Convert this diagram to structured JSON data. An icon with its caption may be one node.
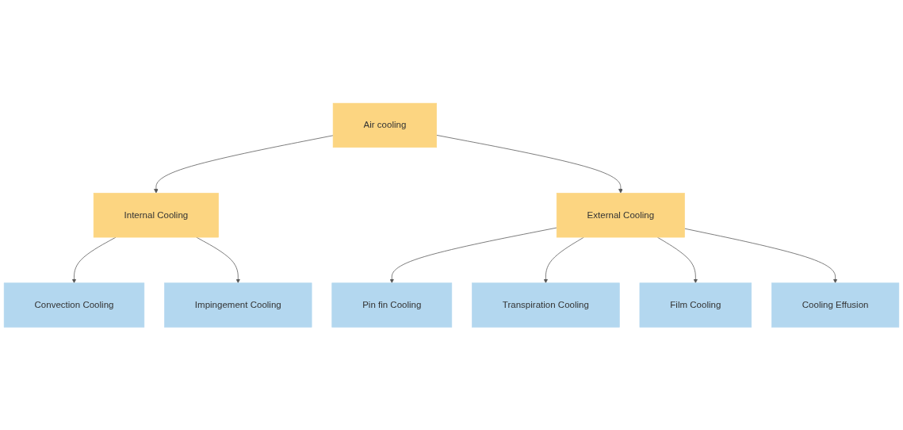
{
  "diagram": {
    "nodes": [
      {
        "text": [
          "Air cooling"
        ]
      },
      {
        "text": [
          "Internal Cooling"
        ]
      },
      {
        "text": [
          "External Cooling"
        ]
      },
      {
        "text": [
          "Convection Cooling"
        ]
      },
      {
        "text": [
          "Impingement Cooling"
        ]
      },
      {
        "text": [
          "Pin fin Cooling"
        ]
      },
      {
        "text": [
          "Transpiration Cooling"
        ]
      },
      {
        "text": [
          "Film Cooling"
        ]
      },
      {
        "text": [
          "Cooling Effusion"
        ]
      }
    ],
    "edges": [
      {
        "from": 0,
        "to": 1,
        "arrow": "to"
      },
      {
        "from": 0,
        "to": 2,
        "arrow": "to"
      },
      {
        "from": 1,
        "to": 3,
        "arrow": "to"
      },
      {
        "from": 1,
        "to": 4,
        "arrow": "to"
      },
      {
        "from": 2,
        "to": 5,
        "arrow": "to"
      },
      {
        "from": 2,
        "to": 6,
        "arrow": "to"
      },
      {
        "from": 2,
        "to": 7,
        "arrow": "to"
      },
      {
        "from": 2,
        "to": 8,
        "arrow": "to"
      }
    ]
  }
}
